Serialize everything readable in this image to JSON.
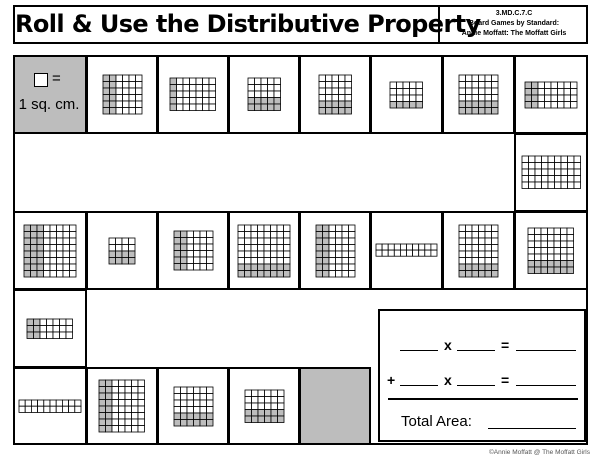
{
  "header": {
    "title": "Roll & Use the Distributive Property",
    "standard": "3.MD.C.7.C",
    "series": "Board Games by Standard:",
    "author": "Annie Moffatt: The Moffatt Girls"
  },
  "key": {
    "equals": "=",
    "unit": "1 sq. cm."
  },
  "workspace": {
    "times": "x",
    "equals": "=",
    "plus": "+",
    "total_label": "Total Area:"
  },
  "footer": {
    "credit": "©Annie Moffatt @ The Moffatt Girls"
  },
  "colors": {
    "shade": "#bdbdbd",
    "line": "#000000",
    "paper": "#ffffff"
  },
  "spaces": [
    {
      "cols": 6,
      "rows": 6,
      "shaded_cols": 2,
      "shaded_rows": 0
    },
    {
      "cols": 7,
      "rows": 5,
      "shaded_cols": 1,
      "shaded_rows": 0
    },
    {
      "cols": 5,
      "rows": 5,
      "shaded_cols": 0,
      "shaded_rows": 2
    },
    {
      "cols": 5,
      "rows": 6,
      "shaded_cols": 0,
      "shaded_rows": 2
    },
    {
      "cols": 5,
      "rows": 4,
      "shaded_cols": 0,
      "shaded_rows": 1
    },
    {
      "cols": 6,
      "rows": 6,
      "shaded_cols": 0,
      "shaded_rows": 2
    },
    {
      "cols": 8,
      "rows": 4,
      "shaded_cols": 2,
      "shaded_rows": 0
    },
    {
      "cols": 9,
      "rows": 5,
      "shaded_cols": 0,
      "shaded_rows": 0
    },
    {
      "cols": 8,
      "rows": 8,
      "shaded_cols": 3,
      "shaded_rows": 0
    },
    {
      "cols": 4,
      "rows": 4,
      "shaded_cols": 0,
      "shaded_rows": 2
    },
    {
      "cols": 6,
      "rows": 6,
      "shaded_cols": 2,
      "shaded_rows": 0
    },
    {
      "cols": 8,
      "rows": 8,
      "shaded_cols": 0,
      "shaded_rows": 2
    },
    {
      "cols": 6,
      "rows": 8,
      "shaded_cols": 2,
      "shaded_rows": 0
    },
    {
      "cols": 10,
      "rows": 2,
      "shaded_cols": 0,
      "shaded_rows": 0
    },
    {
      "cols": 6,
      "rows": 8,
      "shaded_cols": 0,
      "shaded_rows": 2
    },
    {
      "cols": 7,
      "rows": 7,
      "shaded_cols": 0,
      "shaded_rows": 2
    },
    {
      "cols": 7,
      "rows": 3,
      "shaded_cols": 2,
      "shaded_rows": 0
    },
    {
      "cols": 10,
      "rows": 2,
      "shaded_cols": 0,
      "shaded_rows": 0
    },
    {
      "cols": 7,
      "rows": 8,
      "shaded_cols": 2,
      "shaded_rows": 0
    },
    {
      "cols": 6,
      "rows": 6,
      "shaded_cols": 0,
      "shaded_rows": 2
    },
    {
      "cols": 6,
      "rows": 5,
      "shaded_cols": 0,
      "shaded_rows": 2
    }
  ]
}
